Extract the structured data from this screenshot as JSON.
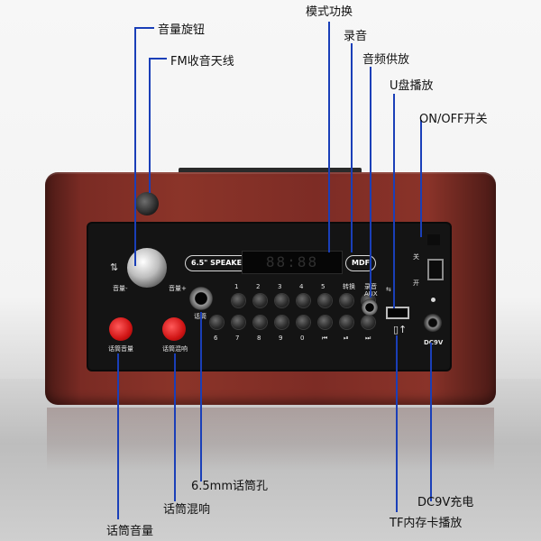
{
  "callouts": {
    "volume_knob": "音量旋钮",
    "fm_antenna": "FM收音天线",
    "mode_switch": "模式功换",
    "record": "录音",
    "audio_out": "音频供放",
    "usb_play": "U盘播放",
    "power_switch": "ON/OFF开关",
    "mic_jack": "6.5mm话筒孔",
    "mic_echo": "话筒混响",
    "mic_volume": "话筒音量",
    "dc_charge": "DC9V充电",
    "tf_play": "TF内存卡播放"
  },
  "panel": {
    "vol_minus": "音量-",
    "vol_plus": "音量+",
    "mic_volume": "话筒音量",
    "mic_echo": "话筒混响",
    "mic_label": "话筒",
    "speaker_badge": "6.5\" SPEAKER",
    "brand_badge": "MDF",
    "display": "88:88",
    "aux": "AUX",
    "dc9v": "DC9V",
    "switch_on": "关",
    "switch_off": "开",
    "row1": [
      "1",
      "2",
      "3",
      "4",
      "5",
      "转换",
      "录音"
    ],
    "row2": [
      "6",
      "7",
      "8",
      "9",
      "0",
      "⏮",
      "⏯",
      "⏭"
    ]
  },
  "colors": {
    "callout_line": "#1a3fb8",
    "cabinet": "#7a2b24",
    "panel": "#141414",
    "mic_knob": "#d01414"
  }
}
